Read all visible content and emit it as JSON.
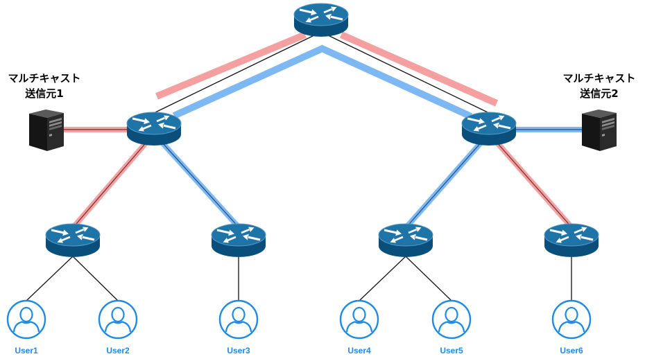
{
  "sources": [
    {
      "line1": "マルチキャスト",
      "line2": "送信元1"
    },
    {
      "line1": "マルチキャスト",
      "line2": "送信元2"
    }
  ],
  "users": [
    "User1",
    "User2",
    "User3",
    "User4",
    "User5",
    "User6"
  ],
  "icons": {
    "router": "router-icon",
    "server": "server-icon",
    "user": "user-icon"
  },
  "colors": {
    "stream_red": "#f4a0a0",
    "stream_red_line": "#6b2e2e",
    "stream_blue": "#7db8f2",
    "stream_blue_line": "#1f4a78",
    "link": "#111111",
    "router_top": "#1f74a7",
    "router_side": "#0a4f7c",
    "router_arrows": "#ffffff",
    "user_blue": "#1e8ae6",
    "server_side": "#151515",
    "server_front": "#2a2a2a",
    "server_top": "#5a5a5a"
  }
}
